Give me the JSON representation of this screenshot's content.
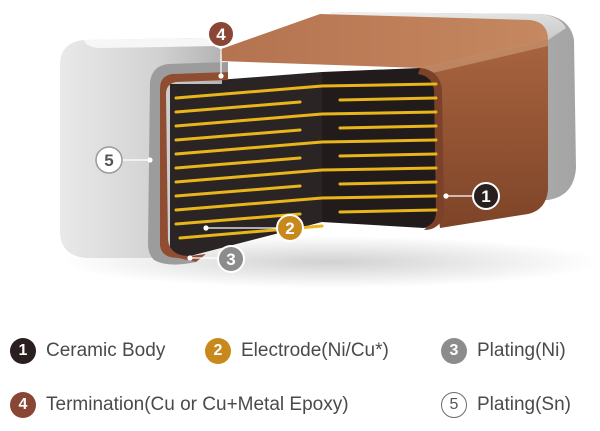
{
  "callouts": [
    {
      "id": "1",
      "fill": "#2a1f1f",
      "text_color": "#ffffff",
      "outline": false
    },
    {
      "id": "2",
      "fill": "#c9881b",
      "text_color": "#ffffff",
      "outline": false
    },
    {
      "id": "3",
      "fill": "#8c8c8c",
      "text_color": "#ffffff",
      "outline": false
    },
    {
      "id": "4",
      "fill": "#8a4634",
      "text_color": "#ffffff",
      "outline": false
    },
    {
      "id": "5",
      "fill": "#ffffff",
      "text_color": "#555555",
      "outline": true
    }
  ],
  "legend": [
    {
      "number": "1",
      "label": "Ceramic Body",
      "color": "#2a1f1f"
    },
    {
      "number": "2",
      "label": "Electrode(Ni/Cu*)",
      "color": "#c9881b"
    },
    {
      "number": "3",
      "label": "Plating(Ni)",
      "color": "#8c8c8c"
    },
    {
      "number": "4",
      "label": "Termination(Cu or Cu+Metal Epoxy)",
      "color": "#8a4634"
    },
    {
      "number": "5",
      "label": "Plating(Sn)",
      "color": "#ffffff"
    }
  ],
  "colors": {
    "ceramic": "#2a2424",
    "electrode": "#e8b51c",
    "termination": "#9a5a3e",
    "plating_ni": "#b9b9b9",
    "plating_sn": "#dcdcdc"
  }
}
